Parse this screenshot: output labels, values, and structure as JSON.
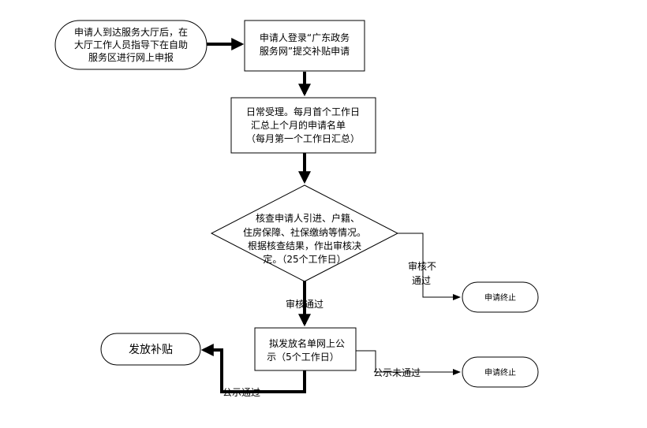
{
  "nodes": {
    "start": [
      "申请人到达服务大厅后，在",
      "大厅工作人员指导下在自助",
      "服务区进行网上申报"
    ],
    "apply": [
      "申请人登录“广东政务",
      "服务网”提交补贴申请"
    ],
    "accept": [
      "日常受理。每月首个工作日",
      "汇总上个月的申请名单",
      "（每月第一个工作日汇总）"
    ],
    "review": [
      "核查申请人引进、户籍、",
      "住房保障、社保缴纳等情况。",
      "根据核查结果，作出审核决",
      "定。（25个工作日）"
    ],
    "publicity": [
      "拟发放名单网上公",
      "示（5个工作日）"
    ],
    "grant": "发放补贴",
    "end1": "申请终止",
    "end2": "申请终止"
  },
  "edges": {
    "review_fail": [
      "审核不",
      "通过"
    ],
    "review_pass": "审核通过",
    "publicity_fail": "公示未通过",
    "publicity_pass": "公示通过"
  }
}
